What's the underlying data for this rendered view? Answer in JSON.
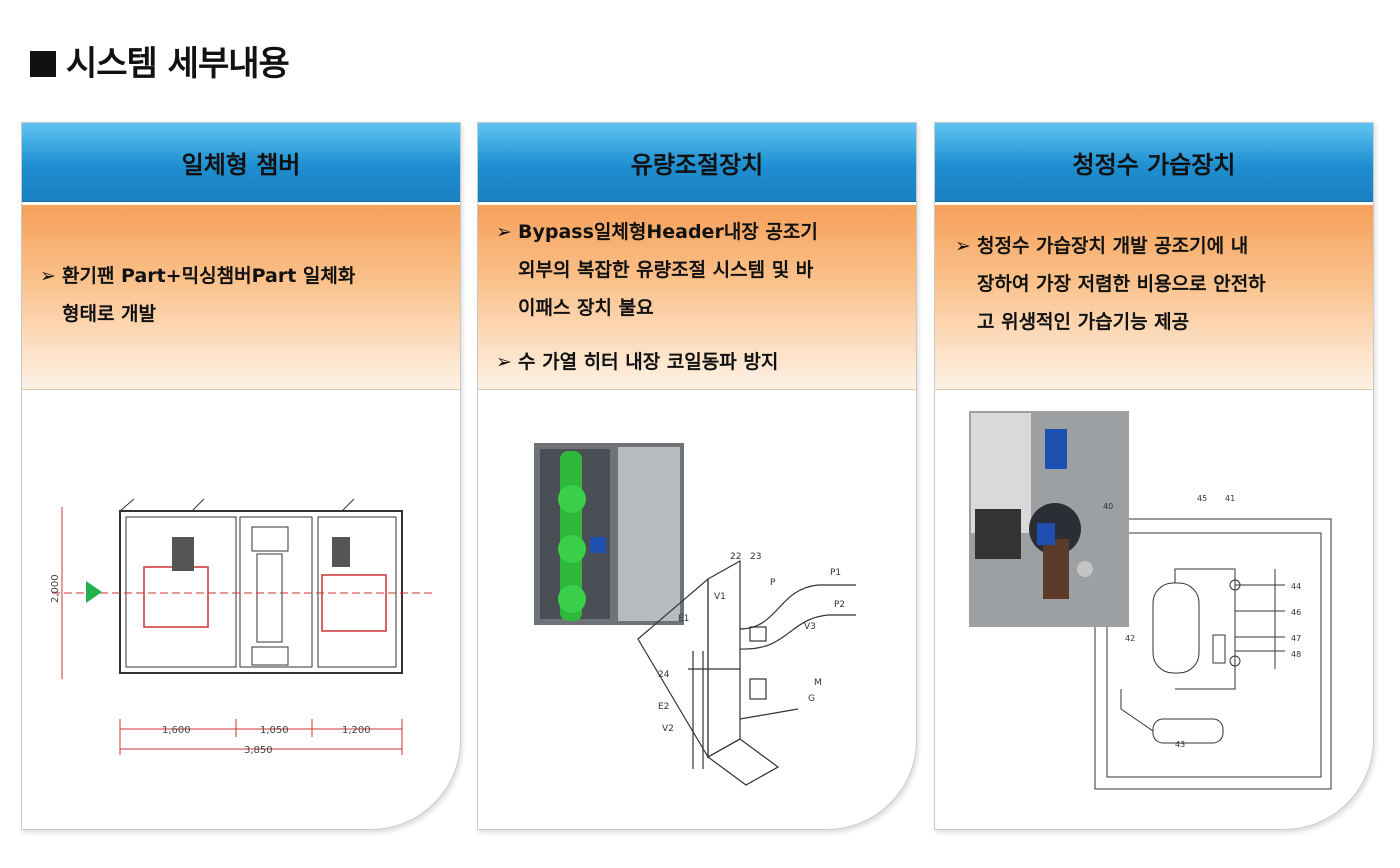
{
  "title": "시스템 세부내용",
  "cards": [
    {
      "header": "일체형 챔버",
      "bullets": [
        {
          "marker": "➢",
          "lines": [
            "환기팬 Part+믹싱챔버Part    일체화",
            "형태로 개발"
          ]
        }
      ],
      "drawing": {
        "dims": [
          "1,600",
          "1,050",
          "1,200",
          "3,850",
          "2,000"
        ]
      }
    },
    {
      "header": "유량조절장치",
      "bullets": [
        {
          "marker": "➢",
          "lines": [
            "Bypass일체형Header내장     공조기",
            "외부의 복잡한 유량조절 시스템 및 바",
            "이패스 장치 불요"
          ]
        },
        {
          "marker": "➢",
          "lines": [
            "수 가열 히터 내장     코일동파 방지"
          ]
        }
      ],
      "drawing": {
        "labels": [
          "22",
          "23",
          "P1",
          "P",
          "V1",
          "P2",
          "E1",
          "V3",
          "24",
          "M",
          "E2",
          "G",
          "V2"
        ]
      }
    },
    {
      "header": "청정수 가습장치",
      "bullets": [
        {
          "marker": "➢",
          "lines": [
            "청정수 가습장치 개발     공조기에  내",
            "장하여 가장 저렴한 비용으로  안전하",
            "고 위생적인 가습기능 제공"
          ]
        }
      ],
      "drawing": {
        "labels": [
          "40",
          "45",
          "41",
          "42",
          "43",
          "44",
          "46",
          "47",
          "48"
        ]
      }
    }
  ]
}
